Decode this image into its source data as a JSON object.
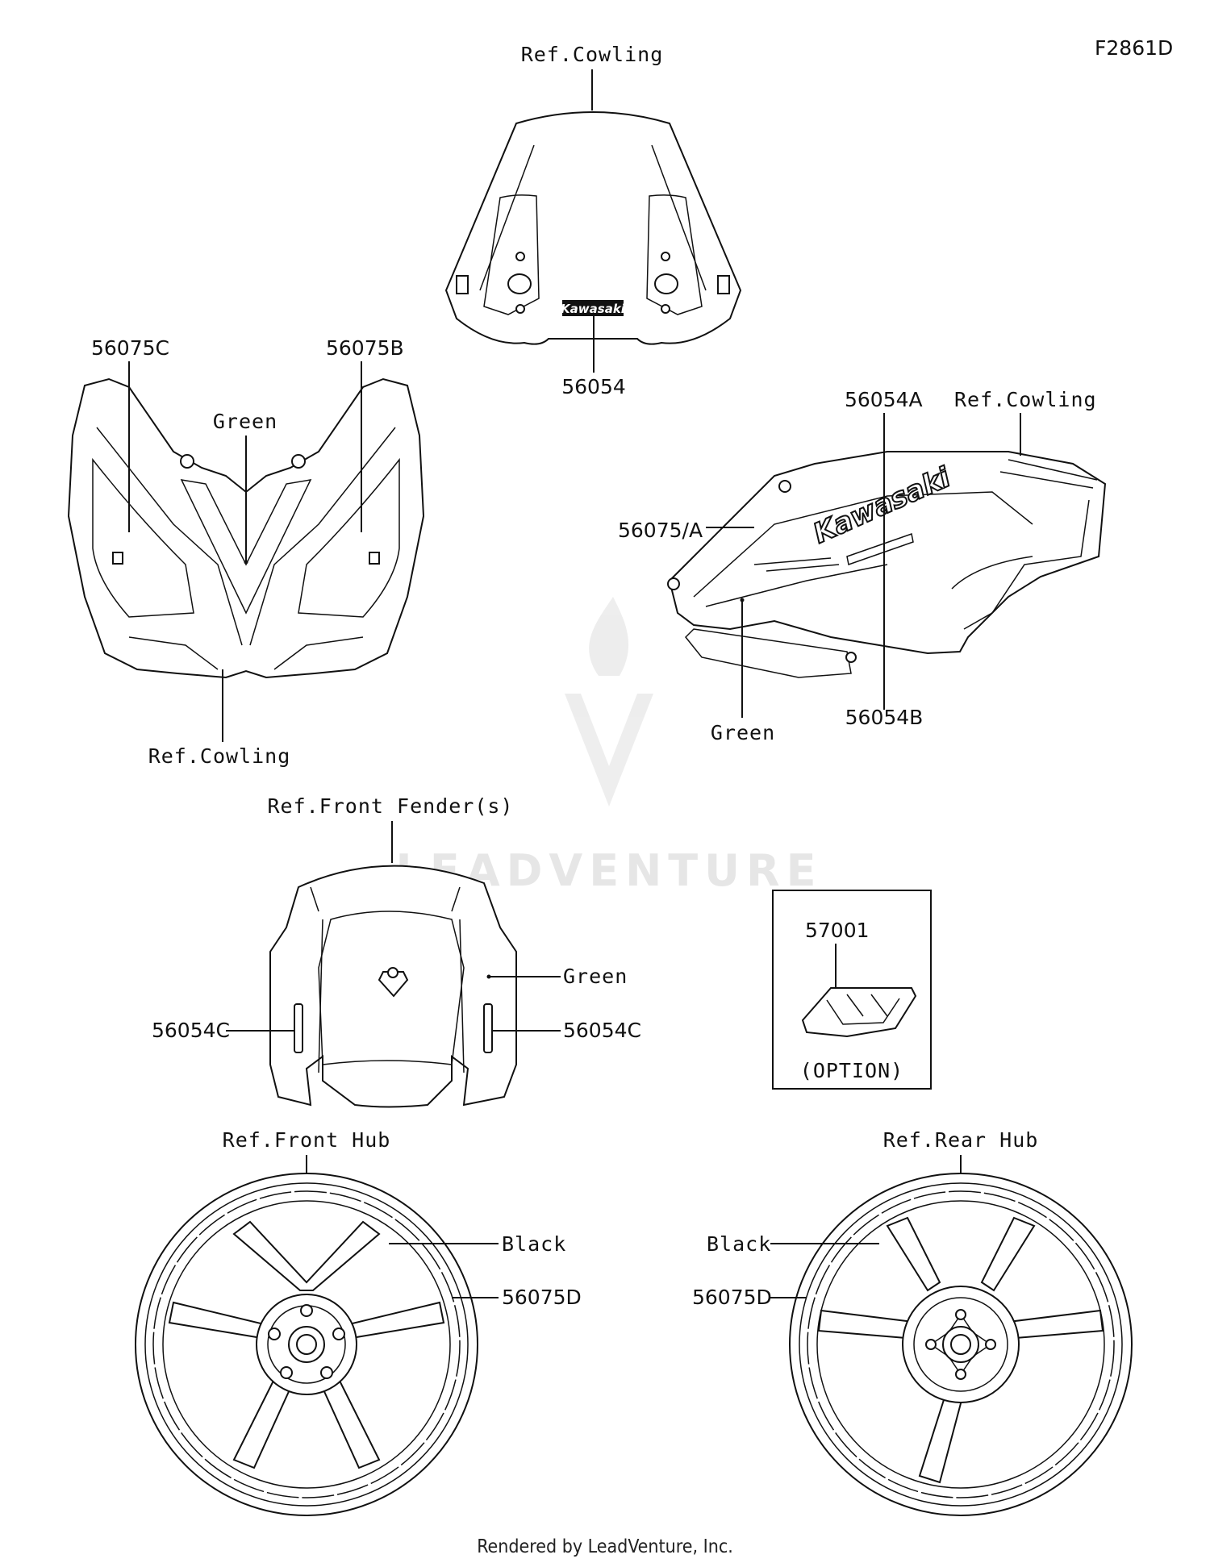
{
  "diagram_code": "F2861D",
  "footer": "Rendered by LeadVenture, Inc.",
  "watermark": "LEADVENTURE",
  "windshield": {
    "ref_label": "Ref.Cowling",
    "part_number": "56054",
    "decal_text": "Kawasaki"
  },
  "upper_cowl": {
    "left_label": "56075C",
    "right_label": "56075B",
    "color_label": "Green",
    "ref_label": "Ref.Cowling"
  },
  "side_cowl": {
    "part_a": "56054A",
    "ref_label": "Ref.Cowling",
    "part_75a": "56075/A",
    "color_label": "Green",
    "part_b": "56054B",
    "decal_text": "Kawasaki"
  },
  "front_fender": {
    "ref_label": "Ref.Front Fender(s)",
    "color_label": "Green",
    "left_part": "56054C",
    "right_part": "56054C"
  },
  "option_box": {
    "part_number": "57001",
    "caption": "(OPTION)"
  },
  "front_wheel": {
    "ref_label": "Ref.Front Hub",
    "color_label": "Black",
    "part_number": "56075D"
  },
  "rear_wheel": {
    "ref_label": "Ref.Rear Hub",
    "color_label": "Black",
    "part_number": "56075D"
  }
}
